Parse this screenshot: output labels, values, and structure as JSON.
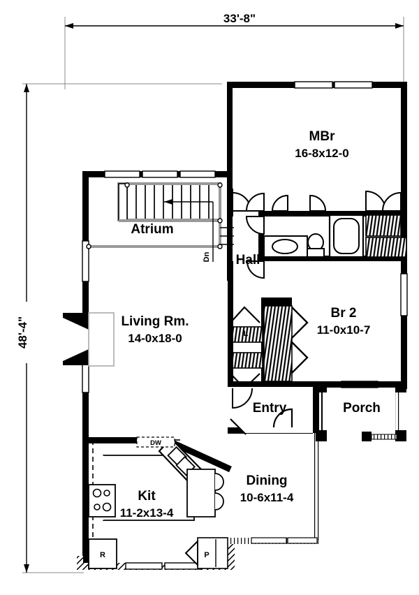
{
  "drawing": {
    "type": "floor-plan",
    "overall_width_label": "33'-8\"",
    "overall_height_label": "48'-4\"",
    "line_color": "#000000",
    "wall_color": "#000000",
    "background": "#ffffff"
  },
  "rooms": [
    {
      "id": "mbr",
      "name": "MBr",
      "dimension": "16-8x12-0"
    },
    {
      "id": "br2",
      "name": "Br 2",
      "dimension": "11-0x10-7"
    },
    {
      "id": "living",
      "name": "Living Rm.",
      "dimension": "14-0x18-0"
    },
    {
      "id": "kitchen",
      "name": "Kit",
      "dimension": "11-2x13-4"
    },
    {
      "id": "dining",
      "name": "Dining",
      "dimension": "10-6x11-4"
    },
    {
      "id": "atrium",
      "name": "Atrium",
      "dimension": ""
    },
    {
      "id": "hall",
      "name": "Hall",
      "dimension": ""
    },
    {
      "id": "entry",
      "name": "Entry",
      "dimension": ""
    },
    {
      "id": "porch",
      "name": "Porch",
      "dimension": ""
    }
  ],
  "annotations": {
    "stair_direction": "Dn",
    "dishwasher": "DW",
    "refrigerator": "R",
    "pantry": "P",
    "linen": "L"
  }
}
